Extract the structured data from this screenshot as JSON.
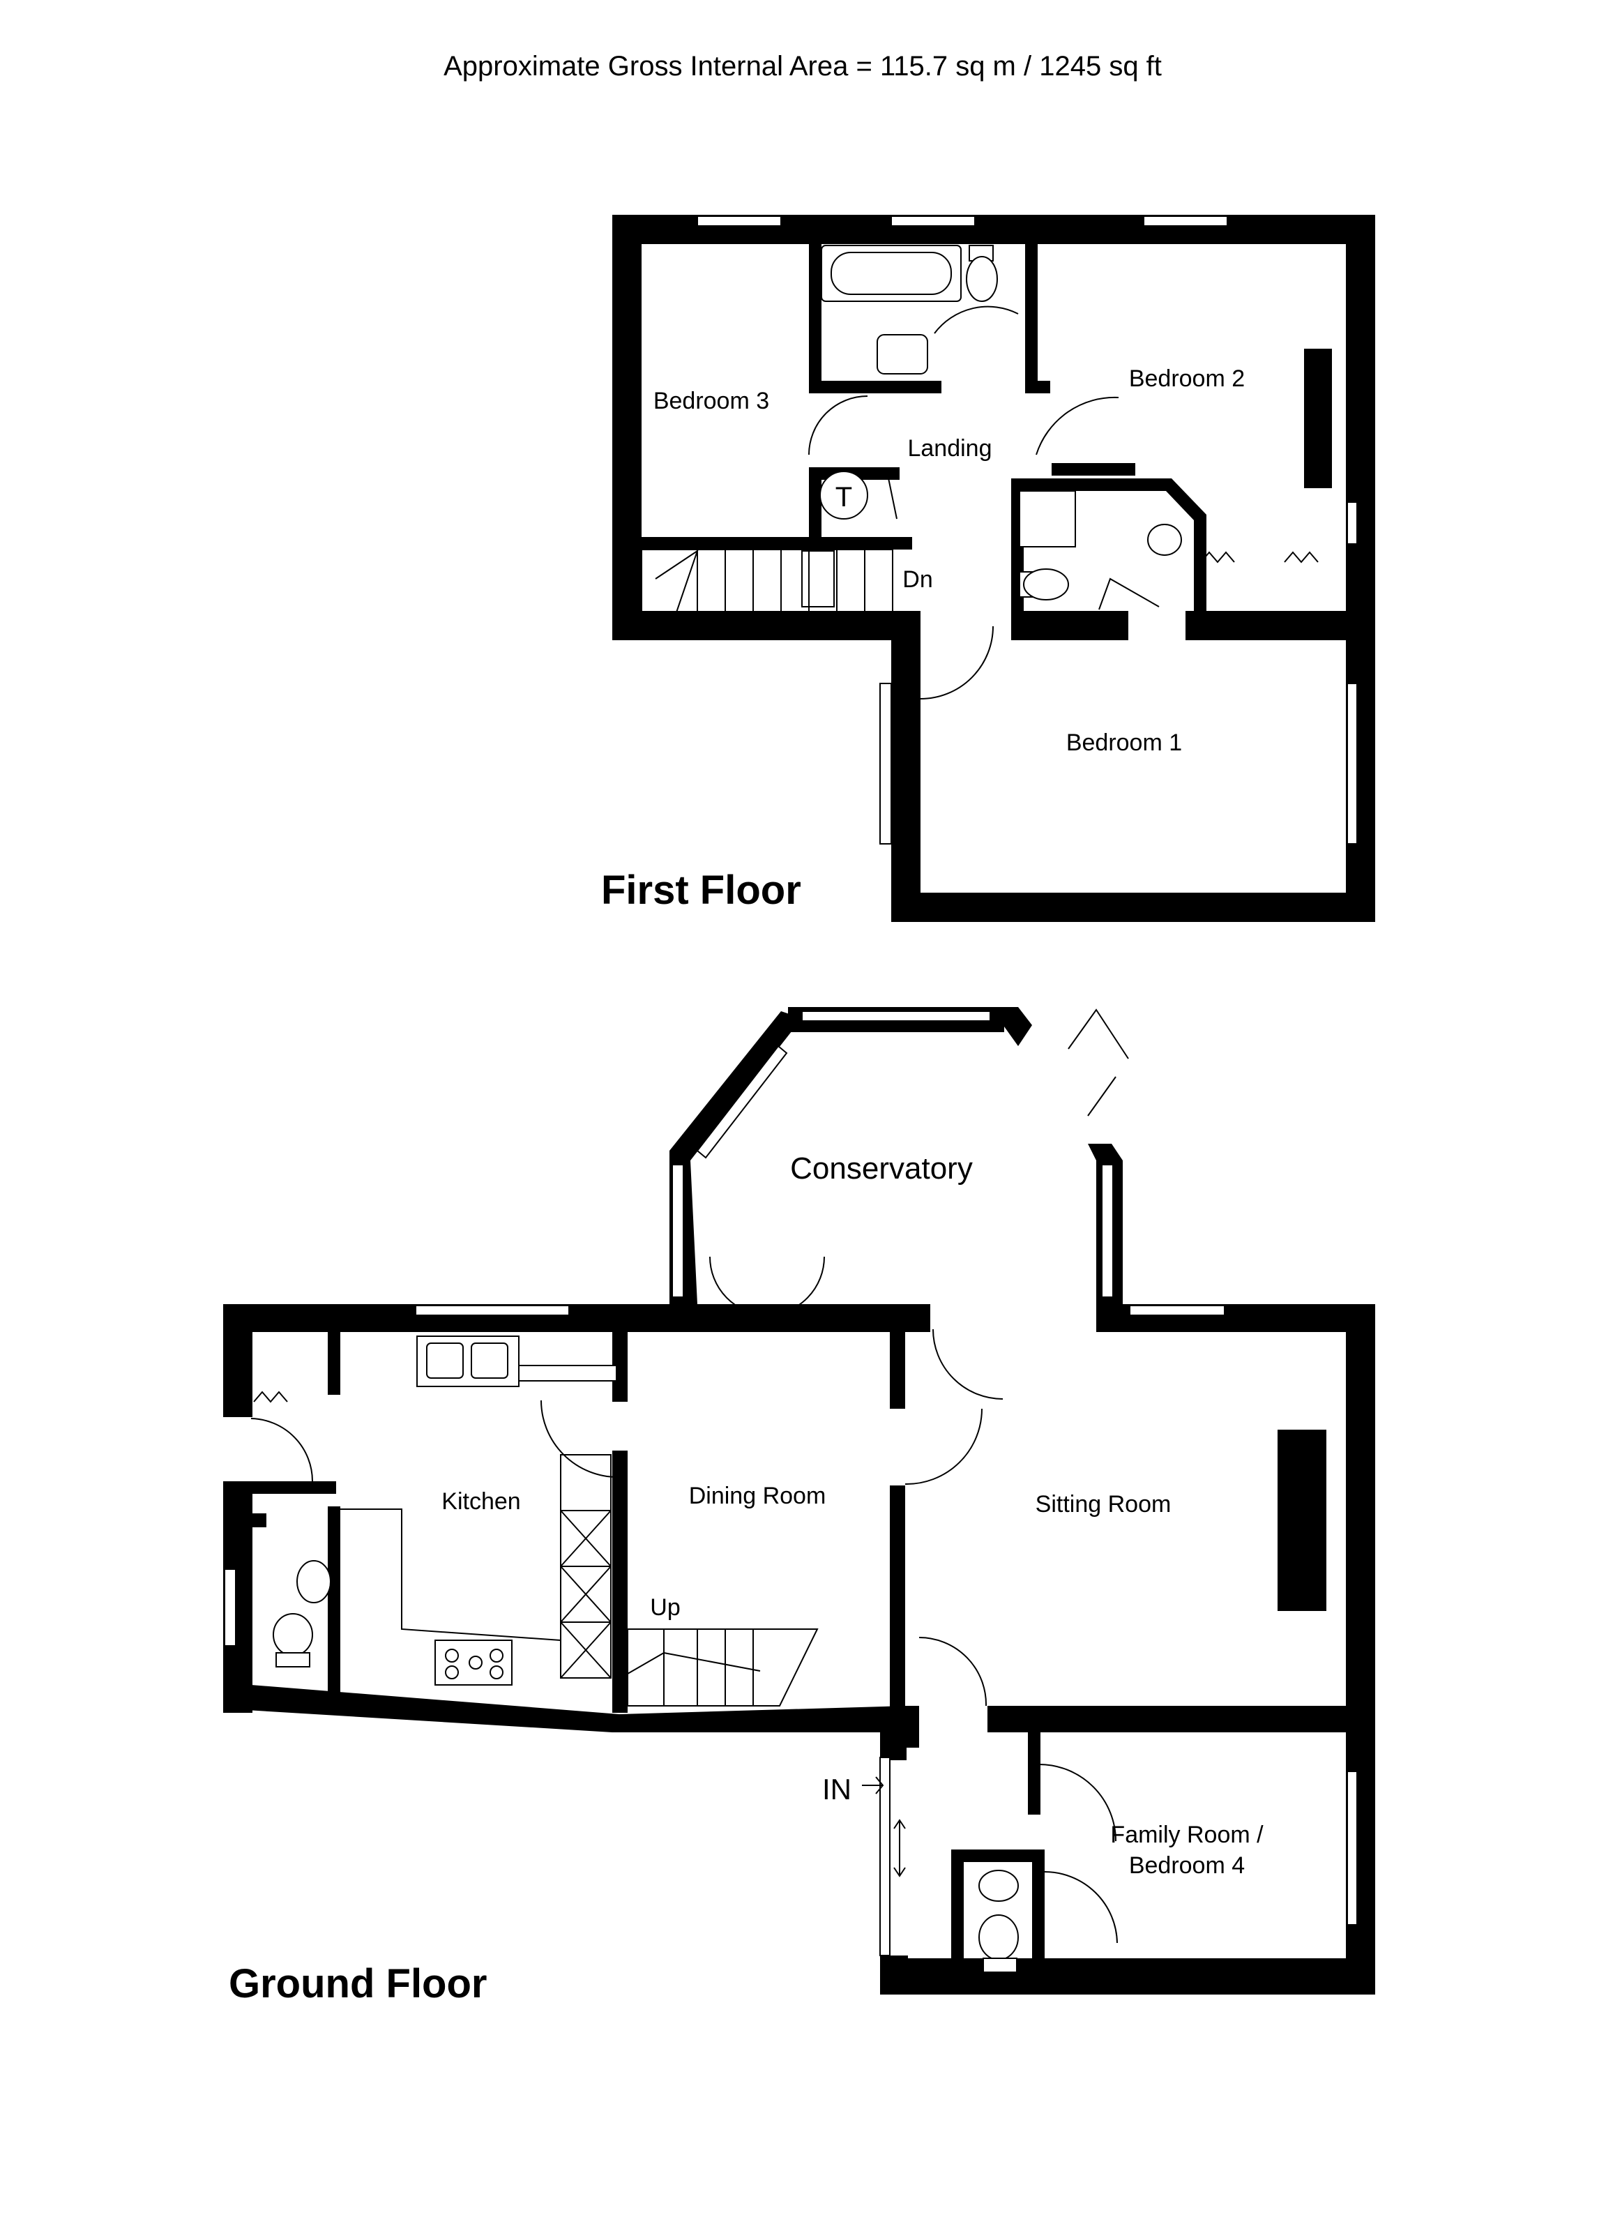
{
  "header": {
    "area": "Approximate Gross Internal Area = 115.7 sq m / 1245 sq ft"
  },
  "first_floor": {
    "title": "First Floor",
    "rooms": {
      "bedroom3": "Bedroom 3",
      "bedroom2": "Bedroom 2",
      "landing": "Landing",
      "bedroom1": "Bedroom 1"
    },
    "stairs_label": "Dn",
    "tank_label": "T"
  },
  "ground_floor": {
    "title": "Ground Floor",
    "rooms": {
      "conservatory": "Conservatory",
      "kitchen": "Kitchen",
      "dining": "Dining Room",
      "sitting": "Sitting Room",
      "family_l1": "Family Room /",
      "family_l2": "Bedroom 4"
    },
    "stairs_label": "Up",
    "entrance_label": "IN"
  }
}
